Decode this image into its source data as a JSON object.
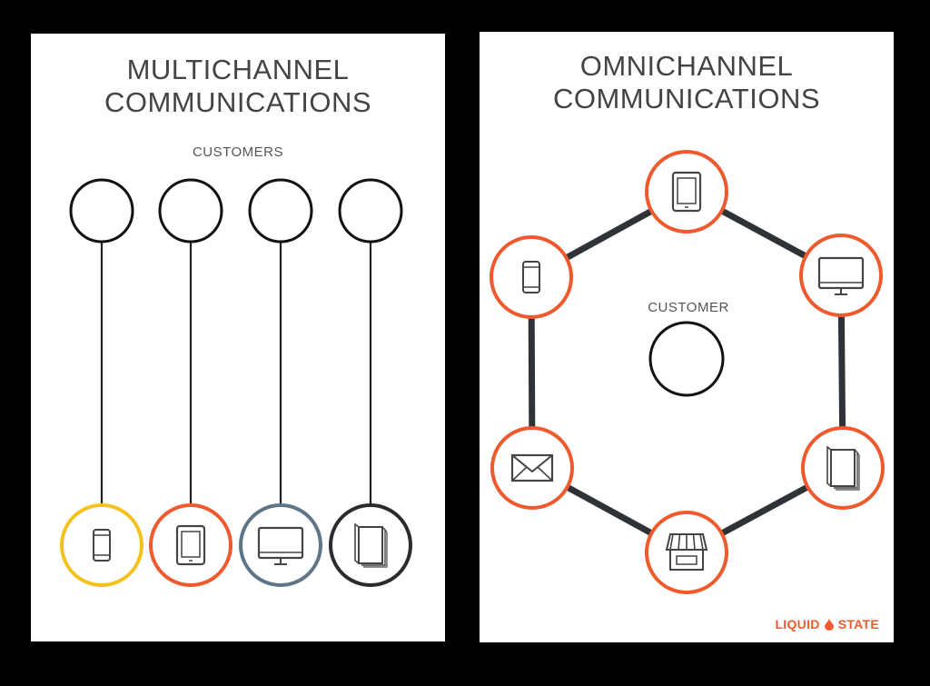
{
  "colors": {
    "orange": "#EE5A2E",
    "yellow": "#F4C21F",
    "slate": "#5E7487",
    "dark": "#2B2B2B",
    "line": "#2f3338"
  },
  "multichannel": {
    "title_line1": "MULTICHANNEL",
    "title_line2": "COMMUNICATIONS",
    "customers_label": "CUSTOMERS",
    "customers": [
      "person-icon",
      "person-icon",
      "person-icon",
      "person-icon"
    ],
    "channels": [
      {
        "icon": "smartphone-icon",
        "ring_color": "#F4C21F"
      },
      {
        "icon": "tablet-icon",
        "ring_color": "#EE5A2E"
      },
      {
        "icon": "monitor-icon",
        "ring_color": "#5E7487"
      },
      {
        "icon": "book-icon",
        "ring_color": "#2B2B2B"
      }
    ]
  },
  "omnichannel": {
    "title_line1": "OMNICHANNEL",
    "title_line2": "COMMUNICATIONS",
    "customer_label": "CUSTOMER",
    "customer_icon": "person-icon",
    "channels": [
      {
        "icon": "tablet-icon"
      },
      {
        "icon": "monitor-icon"
      },
      {
        "icon": "book-icon"
      },
      {
        "icon": "store-icon"
      },
      {
        "icon": "envelope-icon"
      },
      {
        "icon": "smartphone-icon"
      }
    ],
    "ring_color": "#EE5A2E",
    "brand": "LIQUID",
    "brand2": "STATE",
    "brand_color": "#EE5A2E"
  }
}
